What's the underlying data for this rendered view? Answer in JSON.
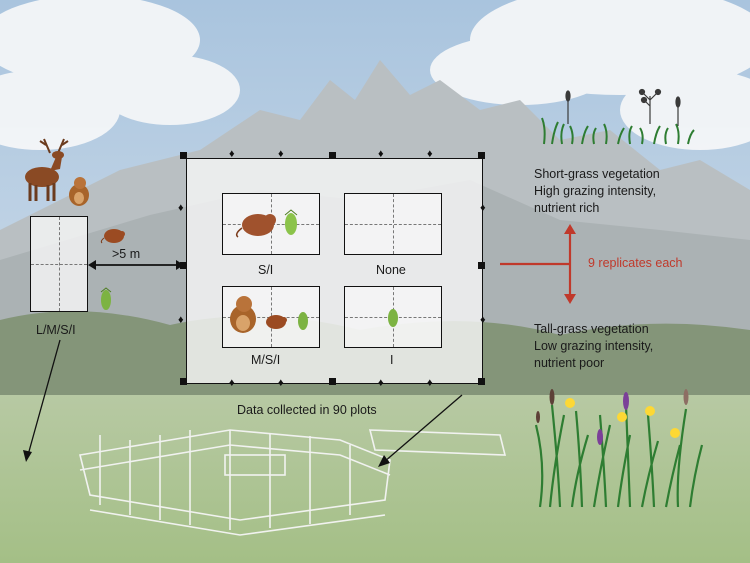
{
  "large_exclosure": {
    "label": "L/M/S/I",
    "distance": ">5 m"
  },
  "fenced_area": {
    "plots": [
      {
        "label": "S/I"
      },
      {
        "label": "None"
      },
      {
        "label": "M/S/I"
      },
      {
        "label": "I"
      }
    ],
    "caption": "Data collected in 90 plots"
  },
  "vegetation": {
    "short": {
      "line1": "Short-grass vegetation",
      "line2": "High grazing intensity,",
      "line3": "nutrient rich"
    },
    "tall": {
      "line1": "Tall-grass vegetation",
      "line2": "Low grazing intensity,",
      "line3": "nutrient poor"
    },
    "replicates": "9 replicates each"
  },
  "colors": {
    "accent_red": "#c0392b",
    "grasshopper_green": "#7cb342",
    "mammal_brown": "#a0522d"
  },
  "icons": [
    "deer-icon",
    "marmot-icon",
    "vole-icon",
    "grasshopper-icon",
    "flower-icon",
    "fence-icon"
  ]
}
